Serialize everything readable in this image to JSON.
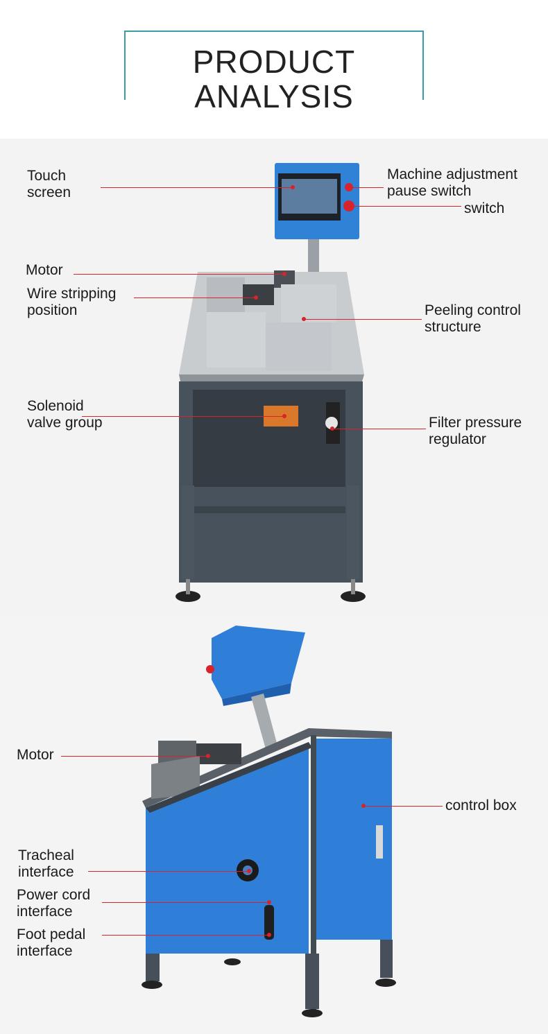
{
  "header": {
    "title_line1": "PRODUCT",
    "title_line2": "ANALYSIS"
  },
  "front_view": {
    "labels": {
      "touch_screen": "Touch\nscreen",
      "machine_adjustment": "Machine adjustment\npause switch",
      "switch": "switch",
      "motor": "Motor",
      "wire_stripping": "Wire stripping\nposition",
      "peeling_control": "Peeling control\nstructure",
      "solenoid": "Solenoid\nvalve group",
      "filter": "Filter pressure\nregulator"
    }
  },
  "side_view": {
    "labels": {
      "motor": "Motor",
      "control_box": "control box",
      "tracheal": "Tracheal\ninterface",
      "power_cord": "Power cord\ninterface",
      "foot_pedal": "Foot pedal\ninterface"
    }
  },
  "colors": {
    "accent_line": "#d8232a",
    "frame": "#3a9ca6",
    "machine_blue": "#2f7fd8",
    "frame_gray": "#4a5560"
  }
}
